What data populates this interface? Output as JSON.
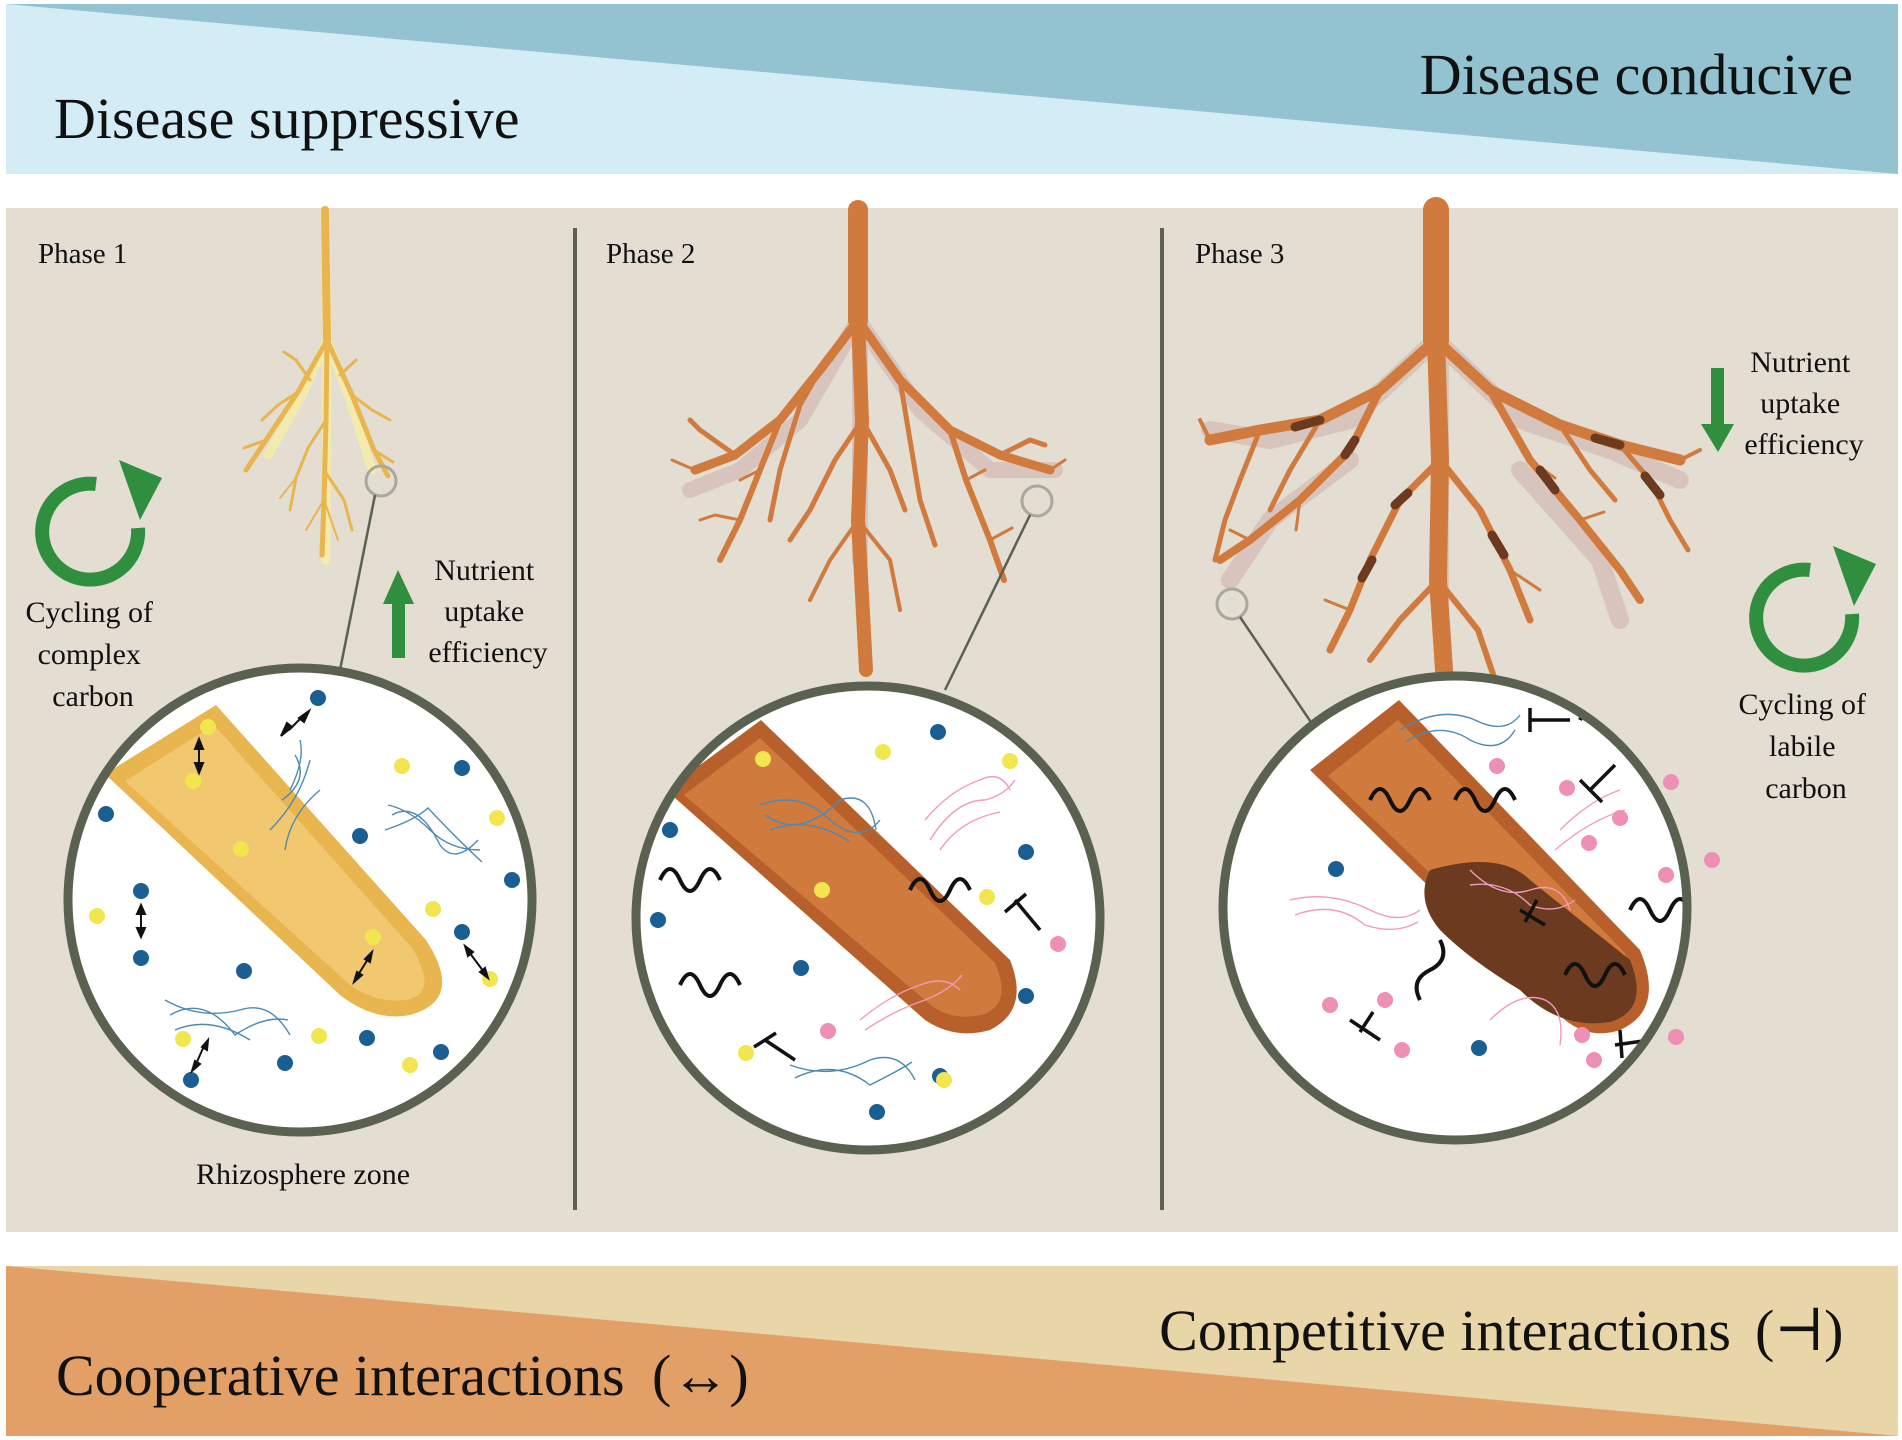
{
  "top_banner": {
    "left_label": "Disease suppressive",
    "right_label": "Disease conducive",
    "colors": {
      "light": "#d3ecf5",
      "dark": "#7fb5c3"
    }
  },
  "bottom_banner": {
    "left_label": "Cooperative interactions",
    "left_symbol": "(↔)",
    "right_label": "Competitive interactions",
    "right_symbol": "(⊣)",
    "colors": {
      "light": "#e8d5a8",
      "dark": "#e29e5e"
    }
  },
  "panel": {
    "background": "#e3ddd2",
    "divider_color": "#5a6150"
  },
  "phases": [
    {
      "label": "Phase 1",
      "root_color": "#e9b54f",
      "notes": [
        "Cycling of",
        "complex",
        "carbon"
      ],
      "uptake_lines": [
        "Nutrient",
        "uptake",
        "efficiency"
      ],
      "uptake_direction": "up",
      "caption": "Rhizosphere zone"
    },
    {
      "label": "Phase 2",
      "root_color": "#d17a3e"
    },
    {
      "label": "Phase 3",
      "root_color": "#d17a3e",
      "uptake_lines": [
        "Nutrient",
        "uptake",
        "efficiency"
      ],
      "uptake_direction": "down",
      "notes": [
        "Cycling of",
        "labile",
        "carbon"
      ]
    }
  ],
  "legend_colors": {
    "beneficial_dot": "#1b5e92",
    "yellow_dot": "#f1e64f",
    "pathogen_dot": "#ee8fb5",
    "arrow_green": "#2f8f3e"
  }
}
